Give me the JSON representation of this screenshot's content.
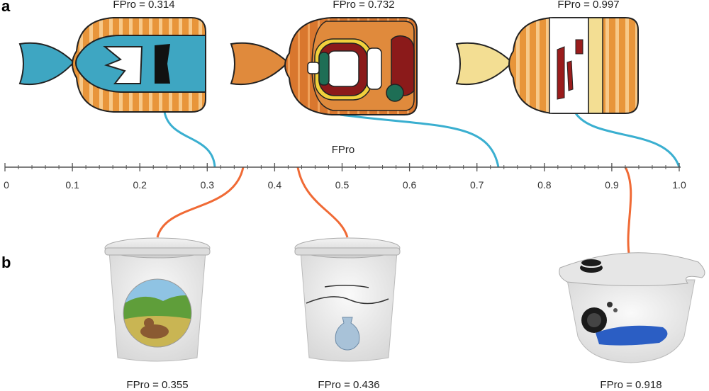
{
  "panels": {
    "a": "a",
    "b": "b"
  },
  "axis": {
    "title": "FPro",
    "ticks": [
      "0",
      "0.1",
      "0.2",
      "0.3",
      "0.4",
      "0.5",
      "0.6",
      "0.7",
      "0.8",
      "0.9",
      "1.0"
    ]
  },
  "top_items": [
    {
      "label": "FPro = 0.314",
      "value": 0.314,
      "icon": "blue-fish-bread-icon"
    },
    {
      "label": "FPro = 0.732",
      "value": 0.732,
      "icon": "orange-fish-bread-icon"
    },
    {
      "label": "FPro = 0.997",
      "value": 0.997,
      "icon": "yellow-fish-bread-icon"
    }
  ],
  "bottom_items": [
    {
      "label": "FPro = 0.355",
      "value": 0.355,
      "icon": "cow-yogurt-cup-icon"
    },
    {
      "label": "FPro = 0.436",
      "value": 0.436,
      "icon": "vase-yogurt-cup-icon"
    },
    {
      "label": "FPro = 0.918",
      "value": 0.918,
      "icon": "cookie-yogurt-cup-icon"
    }
  ],
  "colors": {
    "top_connector": "#3aafd0",
    "bottom_connector": "#f06a35",
    "axis": "#555555"
  }
}
